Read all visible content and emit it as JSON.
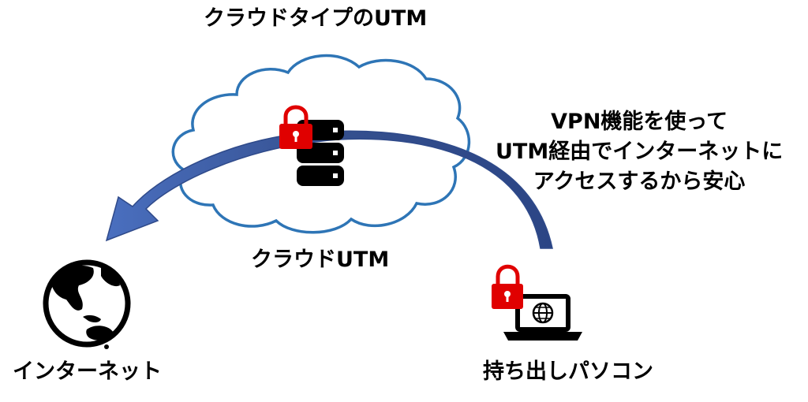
{
  "title": "クラウドタイプのUTM",
  "cloud": {
    "label": "クラウドUTM",
    "icon": "cloud-icon"
  },
  "server": {
    "icon": "server-icon"
  },
  "description": {
    "lines": [
      "VPN機能を使って",
      "UTM経由でインターネットに",
      "アクセスするから安心"
    ]
  },
  "internet": {
    "label": "インターネット",
    "icon": "globe-icon"
  },
  "laptop": {
    "label": "持ち出しパソコン",
    "icon": "laptop-icon"
  },
  "colors": {
    "cloud_stroke": "#2e75b6",
    "arrow_fill": "#3f5fa8",
    "arrow_dark": "#2f4a8a",
    "lock": "#e00000",
    "ink": "#000000"
  }
}
